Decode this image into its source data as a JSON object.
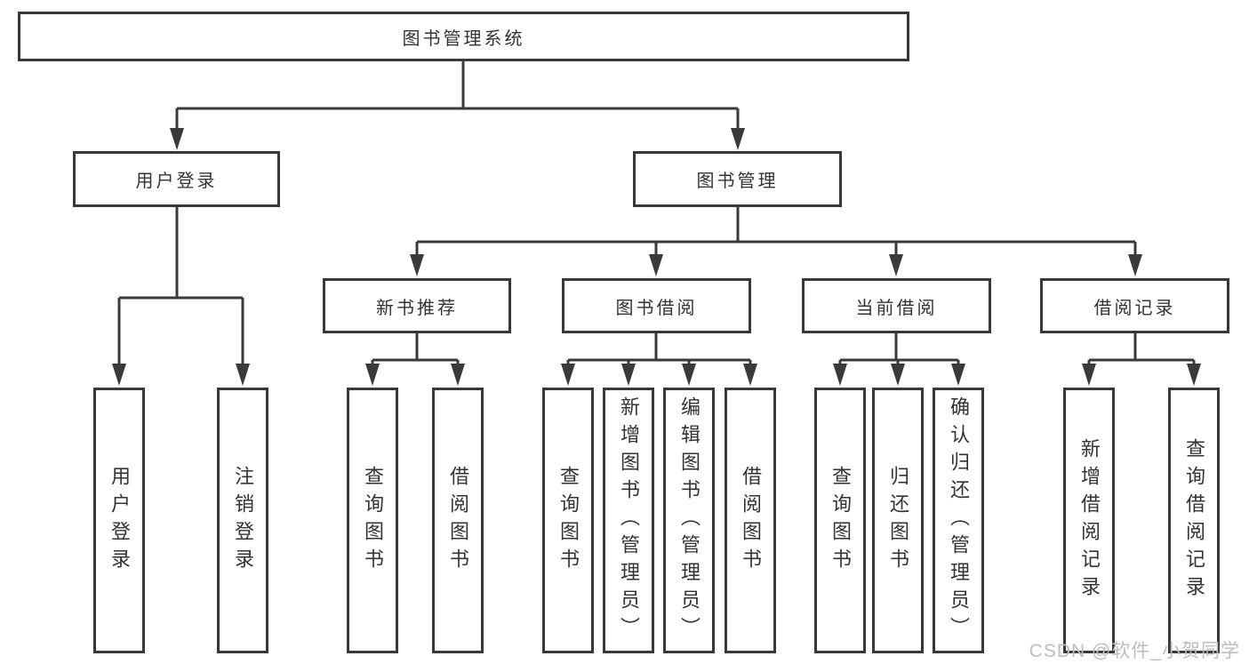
{
  "diagram": {
    "root": {
      "label": "图书管理系统"
    },
    "level2": [
      {
        "label": "用户登录"
      },
      {
        "label": "图书管理"
      }
    ],
    "level3": [
      {
        "label": "新书推荐",
        "parent": "图书管理"
      },
      {
        "label": "图书借阅",
        "parent": "图书管理"
      },
      {
        "label": "当前借阅",
        "parent": "图书管理"
      },
      {
        "label": "借阅记录",
        "parent": "图书管理"
      }
    ],
    "leaves": [
      {
        "label": "用户登录",
        "parent": "用户登录"
      },
      {
        "label": "注销登录",
        "parent": "用户登录"
      },
      {
        "label": "查询图书",
        "parent": "新书推荐"
      },
      {
        "label": "借阅图书",
        "parent": "新书推荐"
      },
      {
        "label": "查询图书",
        "parent": "图书借阅"
      },
      {
        "label": "新增图书（管理员）",
        "parent": "图书借阅"
      },
      {
        "label": "编辑图书（管理员）",
        "parent": "图书借阅"
      },
      {
        "label": "借阅图书",
        "parent": "图书借阅"
      },
      {
        "label": "查询图书",
        "parent": "当前借阅"
      },
      {
        "label": "归还图书",
        "parent": "当前借阅"
      },
      {
        "label": "确认归还（管理员）",
        "parent": "当前借阅"
      },
      {
        "label": "新增借阅记录",
        "parent": "借阅记录"
      },
      {
        "label": "查询借阅记录",
        "parent": "借阅记录"
      }
    ]
  },
  "watermark": {
    "text": "CSDN @软件_小贺同学"
  },
  "colors": {
    "line": "#3a3a3a",
    "border": "#383838",
    "text": "#333333",
    "watermark": "#bdbdbd",
    "background": "#ffffff"
  }
}
